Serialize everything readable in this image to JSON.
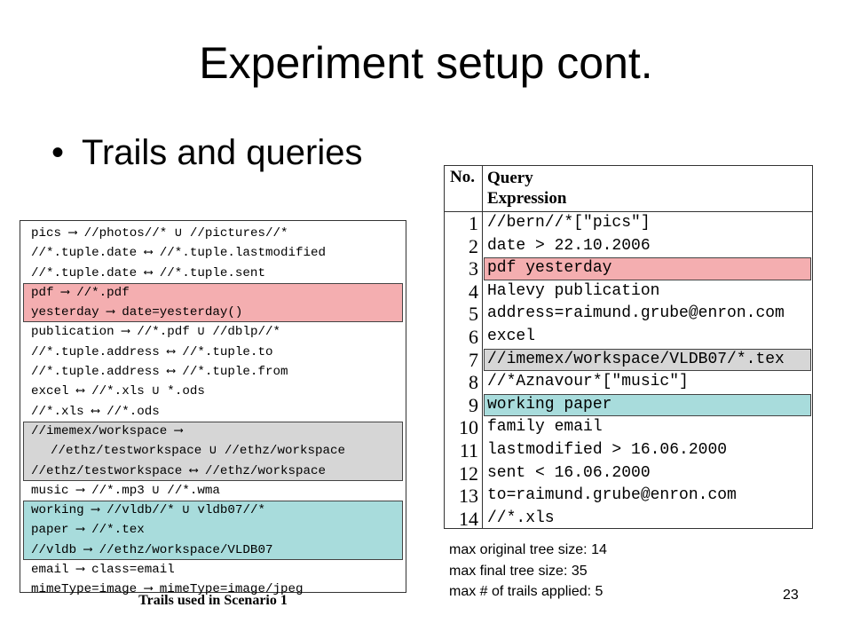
{
  "slide": {
    "title": "Experiment setup cont.",
    "bullet": "Trails and queries",
    "bullet_glyph": "•",
    "page_number": "23"
  },
  "trails": {
    "caption": "Trails used in Scenario 1",
    "lines": [
      {
        "text": "pics ⟶ //photos//* ∪ //pictures//*",
        "group": null
      },
      {
        "text": "//*.tuple.date ⟷ //*.tuple.lastmodified",
        "group": null
      },
      {
        "text": "//*.tuple.date ⟷ //*.tuple.sent",
        "group": null
      },
      {
        "text": "pdf ⟶ //*.pdf",
        "group": "red"
      },
      {
        "text": "yesterday ⟶ date=yesterday()",
        "group": "red"
      },
      {
        "text": "publication ⟶ //*.pdf ∪ //dblp//*",
        "group": null
      },
      {
        "text": "//*.tuple.address ⟷ //*.tuple.to",
        "group": null
      },
      {
        "text": "//*.tuple.address ⟷ //*.tuple.from",
        "group": null
      },
      {
        "text": "excel ⟷ //*.xls ∪ *.ods",
        "group": null
      },
      {
        "text": "//*.xls ⟷ //*.ods",
        "group": null
      },
      {
        "text": "//imemex/workspace ⟶",
        "group": "gray"
      },
      {
        "text": "//ethz/testworkspace ∪ //ethz/workspace",
        "group": "gray",
        "indent": true
      },
      {
        "text": "//ethz/testworkspace ⟷ //ethz/workspace",
        "group": "gray"
      },
      {
        "text": "music ⟶ //*.mp3 ∪ //*.wma",
        "group": null
      },
      {
        "text": "working ⟶ //vldb//* ∪ vldb07//*",
        "group": "teal"
      },
      {
        "text": "paper ⟶ //*.tex",
        "group": "teal"
      },
      {
        "text": "//vldb ⟶ //ethz/workspace/VLDB07",
        "group": "teal"
      },
      {
        "text": "email ⟶ class=email",
        "group": null
      },
      {
        "text": "mimeType=image ⟶ mimeType=image/jpeg",
        "group": null
      }
    ],
    "highlight_colors": {
      "red": "#f4aeb0",
      "gray": "#d6d6d6",
      "teal": "#a8dcdc"
    }
  },
  "queries": {
    "header_no": "No.",
    "header_query_line1": "Query",
    "header_query_line2": "Expression",
    "rows": [
      {
        "no": "1",
        "expr": "//bern//*[\"pics\"]",
        "group": null
      },
      {
        "no": "2",
        "expr": "date > 22.10.2006",
        "group": null
      },
      {
        "no": "3",
        "expr": "pdf yesterday",
        "group": "red"
      },
      {
        "no": "4",
        "expr": "Halevy publication",
        "group": null
      },
      {
        "no": "5",
        "expr": "address=raimund.grube@enron.com",
        "group": null
      },
      {
        "no": "6",
        "expr": "excel",
        "group": null
      },
      {
        "no": "7",
        "expr": "//imemex/workspace/VLDB07/*.tex",
        "group": "gray"
      },
      {
        "no": "8",
        "expr": "//*Aznavour*[\"music\"]",
        "group": null
      },
      {
        "no": "9",
        "expr": "working paper",
        "group": "teal"
      },
      {
        "no": "10",
        "expr": "family email",
        "group": null
      },
      {
        "no": "11",
        "expr": "lastmodified > 16.06.2000",
        "group": null
      },
      {
        "no": "12",
        "expr": "sent < 16.06.2000",
        "group": null
      },
      {
        "no": "13",
        "expr": "to=raimund.grube@enron.com",
        "group": null
      },
      {
        "no": "14",
        "expr": "//*.xls",
        "group": null
      }
    ]
  },
  "stats": {
    "line1": "max original tree size: 14",
    "line2": "max final tree size: 35",
    "line3": "max # of trails applied: 5"
  }
}
